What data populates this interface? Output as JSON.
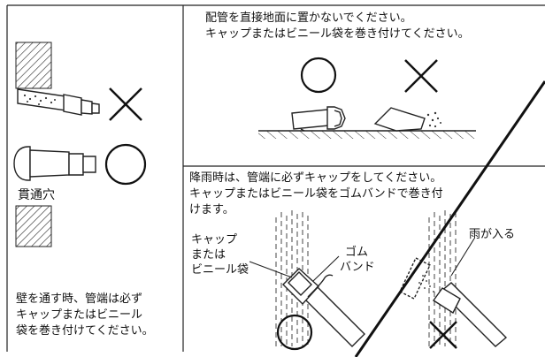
{
  "panel_left": {
    "hole_label": "貫通穴",
    "instruction": [
      "壁を通す時、管端は必ず",
      "キャップまたはビニール",
      "袋を巻き付けてください。"
    ]
  },
  "panel_top": {
    "instruction": [
      "配管を直接地面に置かないでください。",
      "キャップまたはビニール袋を巻き付けてください。"
    ]
  },
  "panel_bottom": {
    "instruction": [
      "降雨時は、管端に必ずキャップをしてください。",
      "キャップまたはビニール袋をゴムバンドで巻き付",
      "けます。"
    ],
    "cap_label": [
      "キャップ",
      "または",
      "ビニール袋"
    ],
    "band_label": [
      "ゴム",
      "バンド"
    ],
    "rain_label": "雨が入る"
  },
  "marks": {
    "correct": "circle-ok",
    "wrong": "cross-ng"
  }
}
